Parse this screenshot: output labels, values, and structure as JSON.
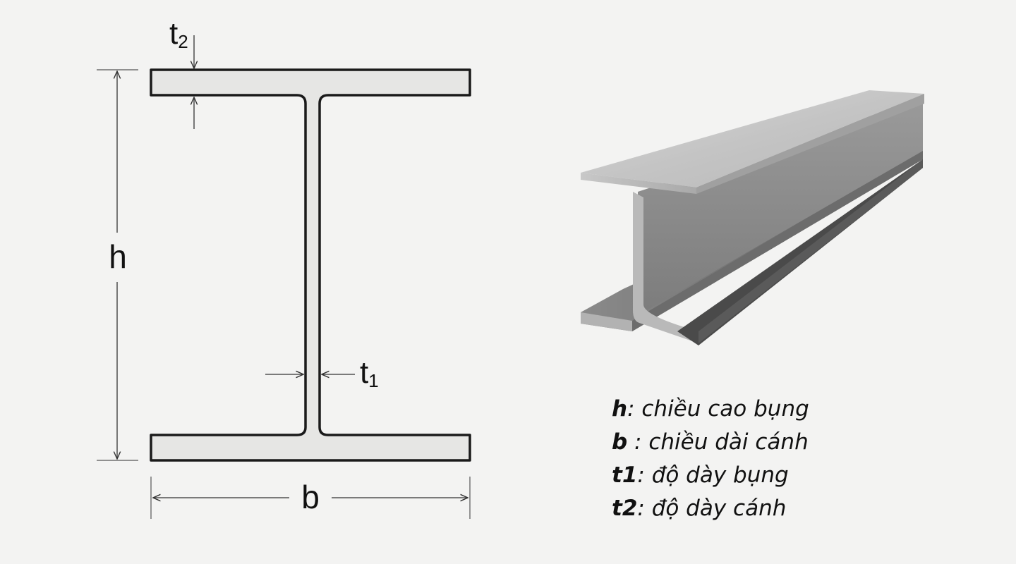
{
  "labels": {
    "h": "h",
    "b": "b",
    "t1": {
      "base": "t",
      "sub": "1"
    },
    "t2": {
      "base": "t",
      "sub": "2"
    }
  },
  "legend": [
    {
      "term": "h",
      "desc": ": chiều cao bụng"
    },
    {
      "term": "b",
      "desc": " : chiều dài cánh"
    },
    {
      "term": "t1",
      "desc": ": độ dày bụng"
    },
    {
      "term": "t2",
      "desc": ": độ dày cánh"
    }
  ],
  "colors": {
    "background": "#f3f3f2",
    "section_fill": "#e6e6e4",
    "outline": "#1a1a1a",
    "dimension_line": "#555555"
  }
}
